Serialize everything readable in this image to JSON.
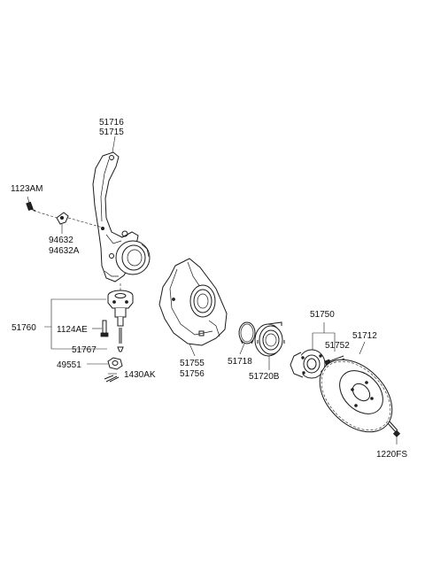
{
  "labels": {
    "knuckle_rh": "51716",
    "knuckle_lh": "51715",
    "bolt_1123am": "1123AM",
    "bracket_a": "94632",
    "bracket_b": "94632A",
    "ball_joint": "51760",
    "bolt_1124ae": "1124AE",
    "pin_51767": "51767",
    "nut_49551": "49551",
    "clip_1430ak": "1430AK",
    "dust_cover_a": "51755",
    "dust_cover_b": "51756",
    "snap_ring": "51718",
    "bearing": "51720B",
    "hub_assy": "51750",
    "hub_bolt": "51752",
    "disc": "51712",
    "disc_screw": "1220FS"
  }
}
